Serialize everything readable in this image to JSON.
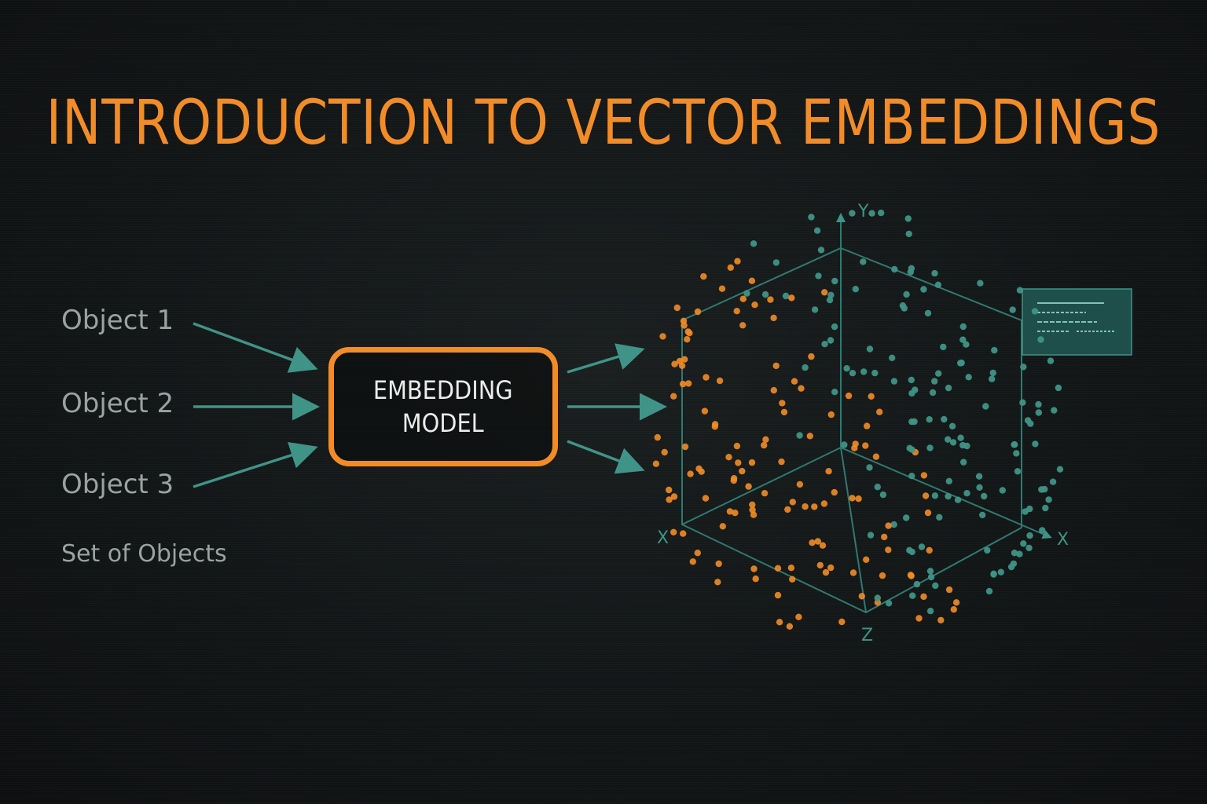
{
  "title": "INTRODUCTION TO VECTOR EMBEDDINGS",
  "inputs": {
    "objects": [
      "Object 1",
      "Object 2",
      "Object 3"
    ],
    "set_label": "Set of Objects"
  },
  "model": {
    "line1": "EMBEDDING",
    "line2": "MODEL"
  },
  "space": {
    "axis_labels": {
      "y": "Y",
      "x_left": "X",
      "x_right": "X",
      "z": "Z"
    }
  },
  "colors": {
    "orange": "#f28c28",
    "teal": "#3f9487",
    "text_gray": "#9aa2a2",
    "background": "#121516"
  }
}
